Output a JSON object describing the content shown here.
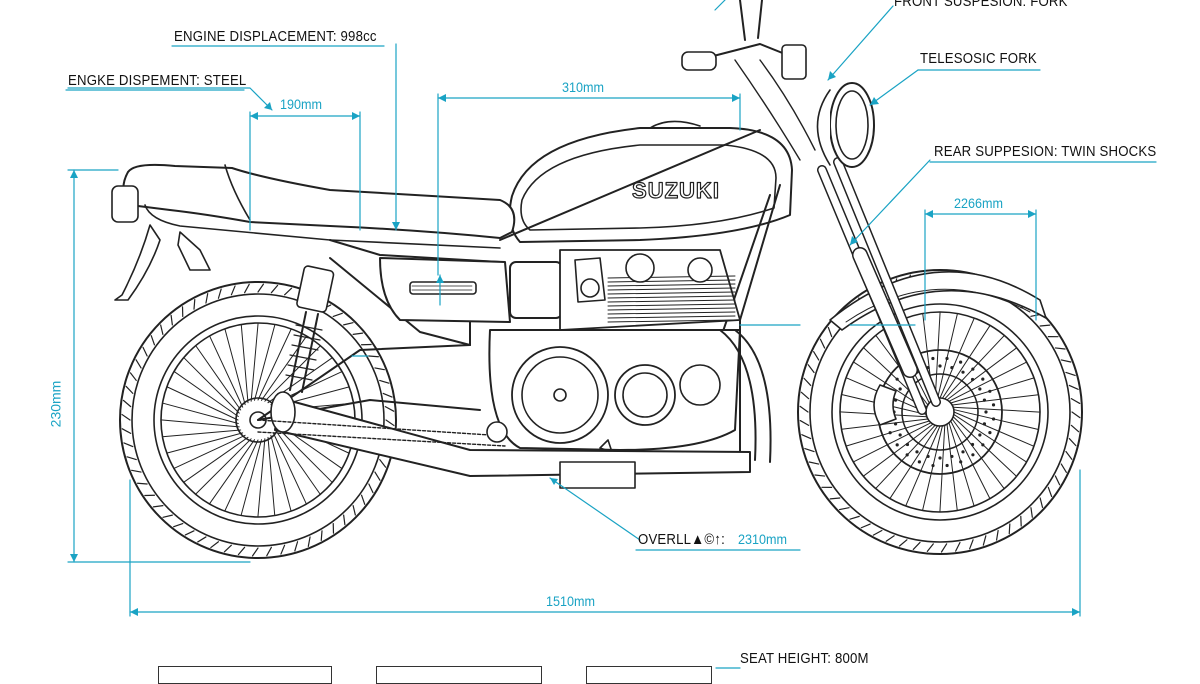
{
  "brand": "SUZUKI",
  "colors": {
    "dimension": "#1aa3c4",
    "ink": "#222222",
    "label": "#111111"
  },
  "callouts": {
    "front_suspension": "FRONT SUSPESION: FORK",
    "engine_displacement": "ENGINE DISPLACEMENT: 998cc",
    "frame": "ENGKE DISPEMENT: STEEL",
    "telescopic_fork": "TELESOSIC FORK",
    "rear_suspension": "REAR SUPPESION: TWIN SHOCKS",
    "overall_length": "OVERLL▲©↑:",
    "seat_height": "SEAT HEIGHT: 800M"
  },
  "dimensions": {
    "seat_width": "190mm",
    "tank_length": "310mm",
    "height": "230mm",
    "front_wheel": "2266mm",
    "overall_length": "2310mm",
    "wheelbase": "1510mm"
  }
}
